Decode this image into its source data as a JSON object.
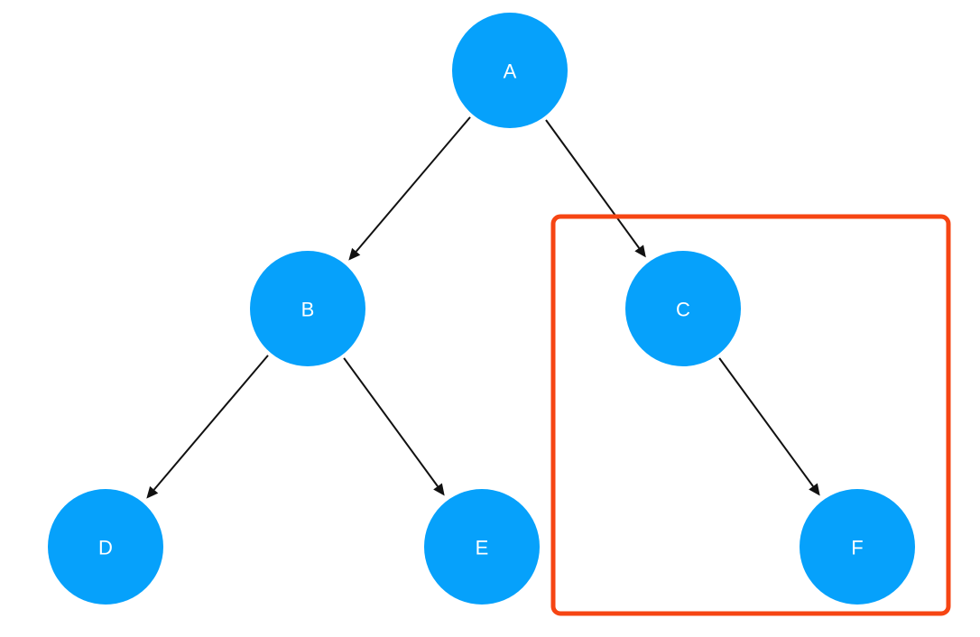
{
  "diagram": {
    "type": "binary-tree",
    "nodes": [
      {
        "id": "A",
        "label": "A"
      },
      {
        "id": "B",
        "label": "B"
      },
      {
        "id": "C",
        "label": "C"
      },
      {
        "id": "D",
        "label": "D"
      },
      {
        "id": "E",
        "label": "E"
      },
      {
        "id": "F",
        "label": "F"
      }
    ],
    "edges": [
      {
        "from": "A",
        "to": "B"
      },
      {
        "from": "A",
        "to": "C"
      },
      {
        "from": "B",
        "to": "D"
      },
      {
        "from": "B",
        "to": "E"
      },
      {
        "from": "C",
        "to": "F"
      }
    ],
    "highlighted_subtree": [
      "C",
      "F"
    ],
    "colors": {
      "node_fill": "#06a1fb",
      "node_text": "#ffffff",
      "edge": "#111111",
      "highlight": "#f64513"
    }
  }
}
